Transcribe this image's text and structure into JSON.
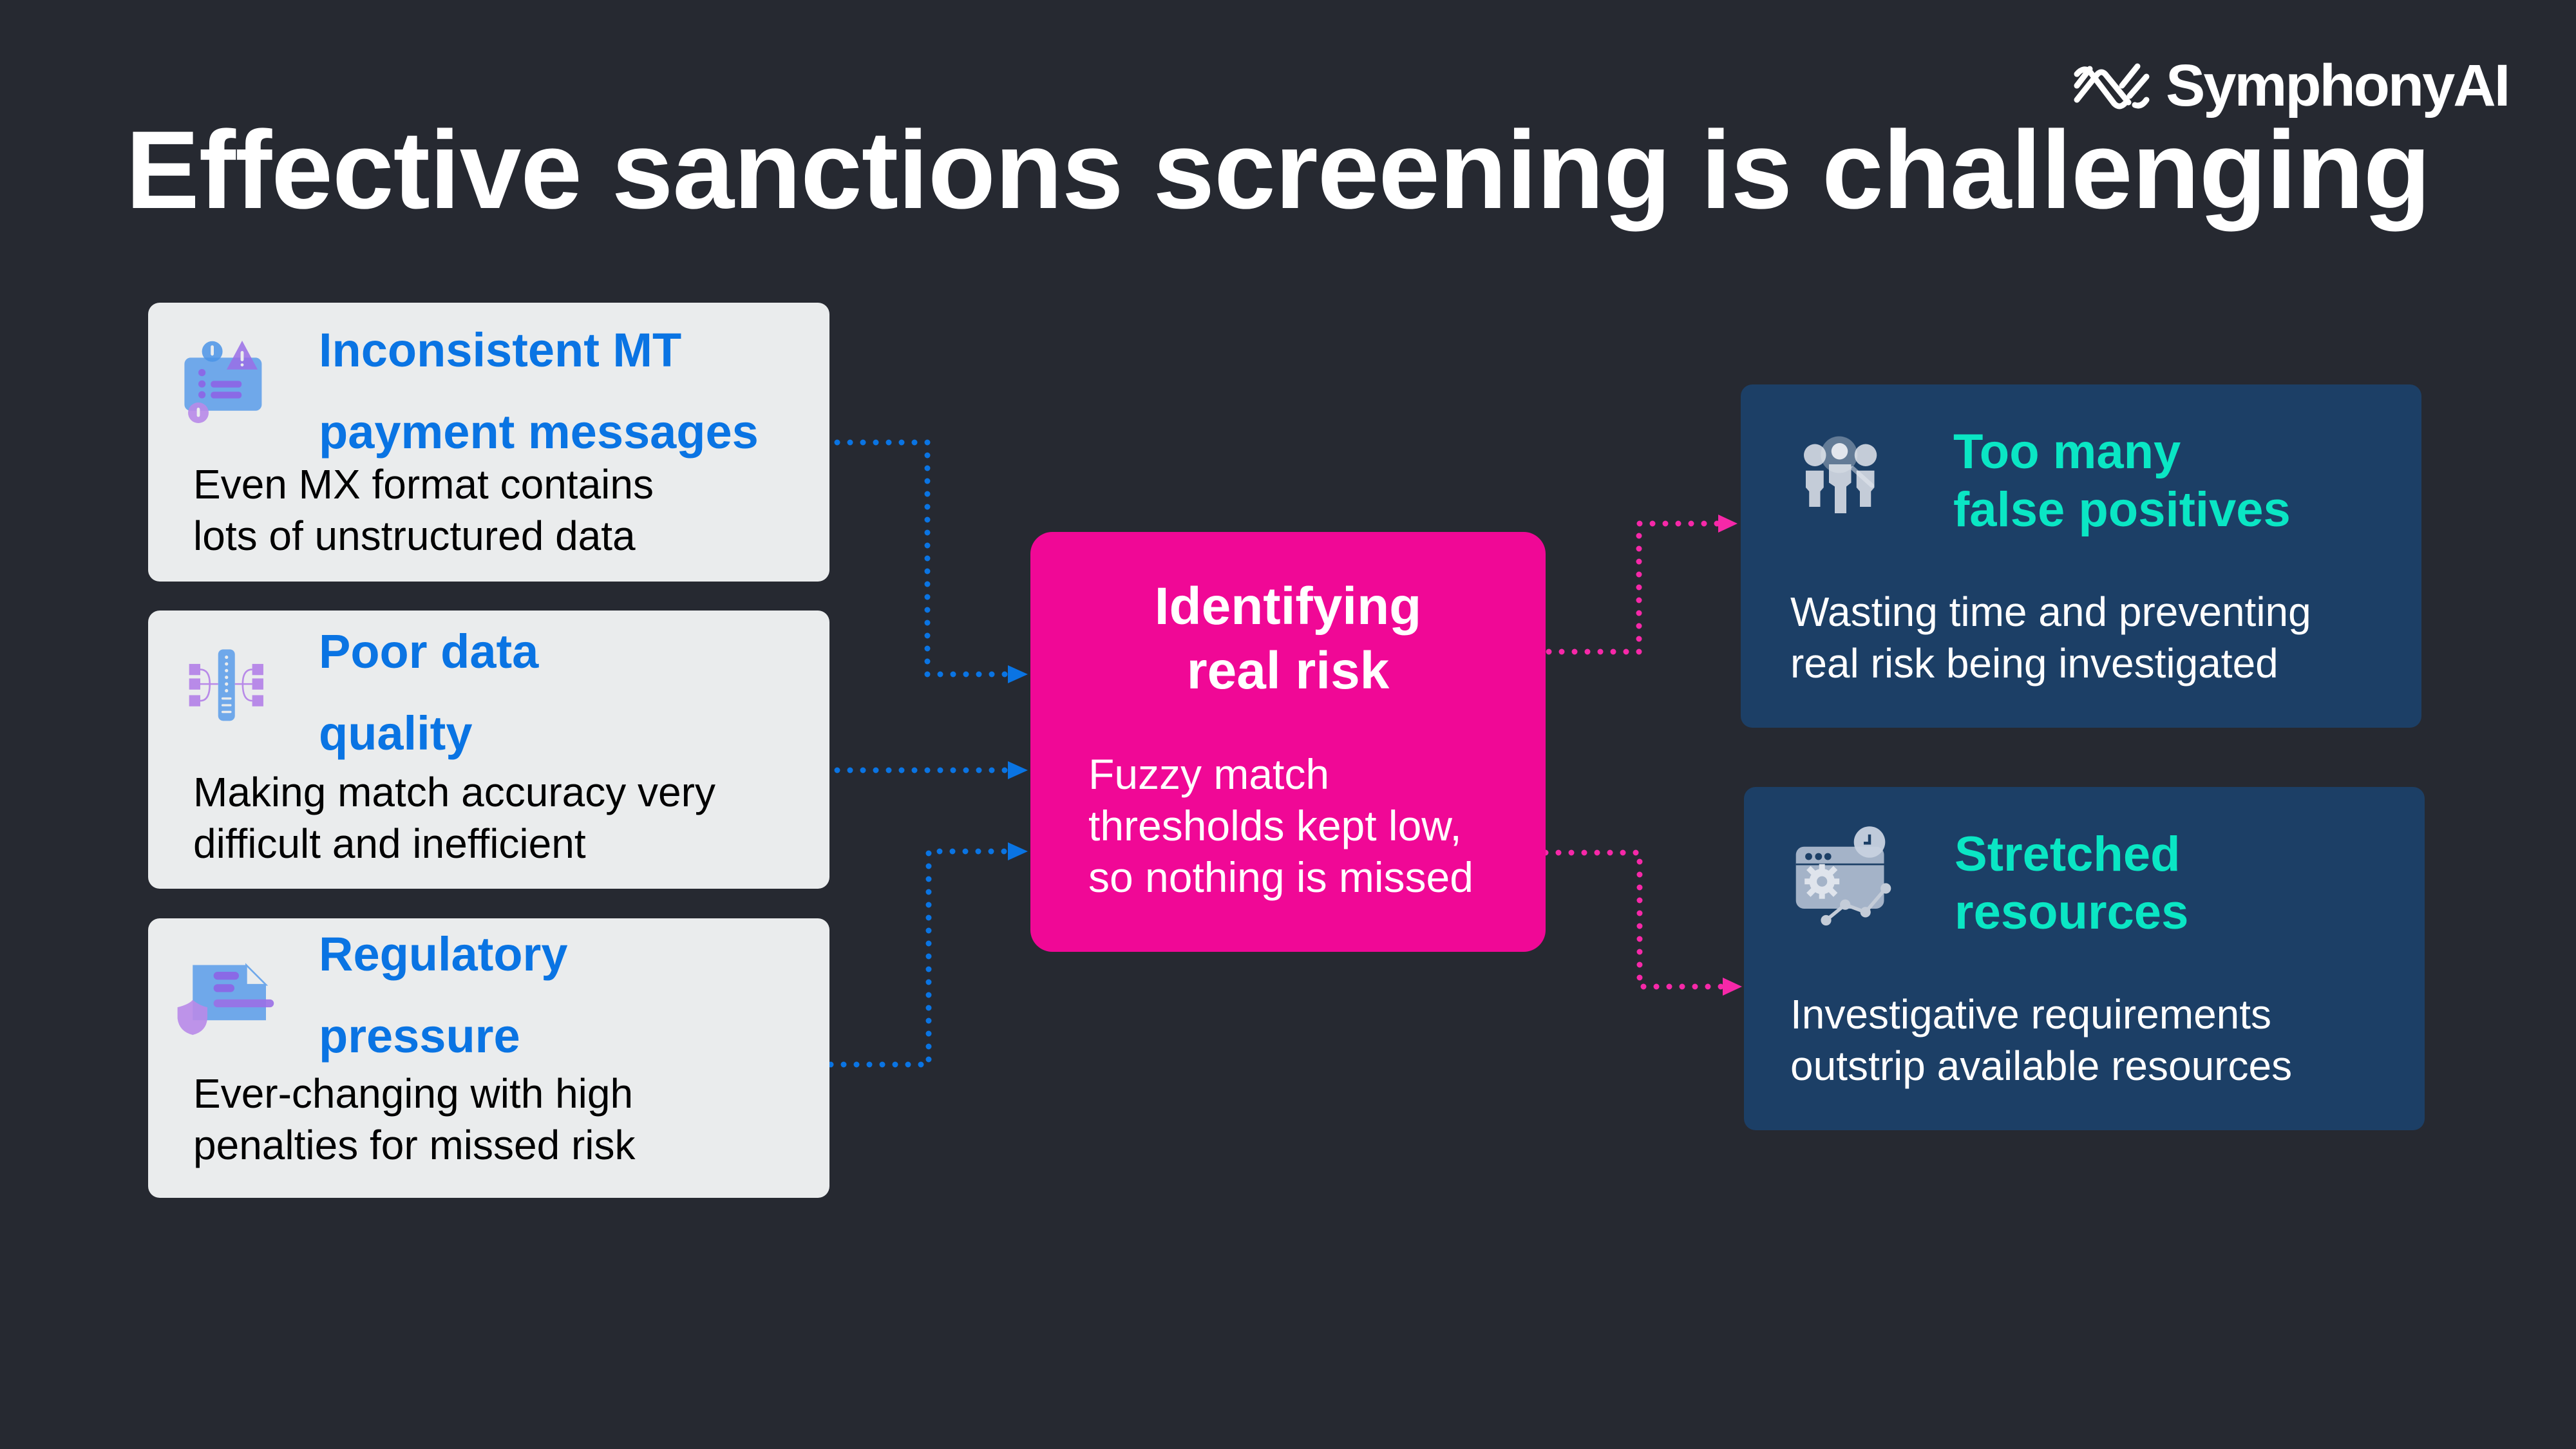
{
  "slide": {
    "title": "Effective sanctions screening is challenging",
    "brand": "SymphonyAI"
  },
  "colors": {
    "background": "#262931",
    "light_card": "#eaeced",
    "dark_card": "#1c3f66",
    "center_box": "#f00896",
    "blue_heading": "#0a74e3",
    "teal_heading": "#0ae6c4",
    "blue_connector": "#0a74e3",
    "pink_connector": "#f628a8"
  },
  "left_cards": [
    {
      "icon": "payment-message-alert-icon",
      "heading": [
        "Inconsistent MT",
        "payment messages"
      ],
      "body": [
        "Even MX format contains",
        "lots of unstructured data"
      ]
    },
    {
      "icon": "data-network-icon",
      "heading": [
        "Poor data",
        "quality"
      ],
      "body": [
        "Making match accuracy very",
        "difficult and inefficient"
      ]
    },
    {
      "icon": "document-shield-icon",
      "heading": [
        "Regulatory",
        "pressure"
      ],
      "body": [
        "Ever-changing with high",
        "penalties for missed risk"
      ]
    }
  ],
  "center": {
    "heading": [
      "Identifying",
      "real risk"
    ],
    "body": [
      "Fuzzy match",
      "thresholds kept low,",
      "so nothing is missed"
    ]
  },
  "right_cards": [
    {
      "icon": "people-search-icon",
      "heading": [
        "Too many",
        "false positives"
      ],
      "body": [
        "Wasting time and preventing",
        "real risk being investigated"
      ]
    },
    {
      "icon": "dashboard-gear-clock-icon",
      "heading": [
        "Stretched",
        "resources"
      ],
      "body": [
        "Investigative requirements",
        "outstrip available resources"
      ]
    }
  ]
}
